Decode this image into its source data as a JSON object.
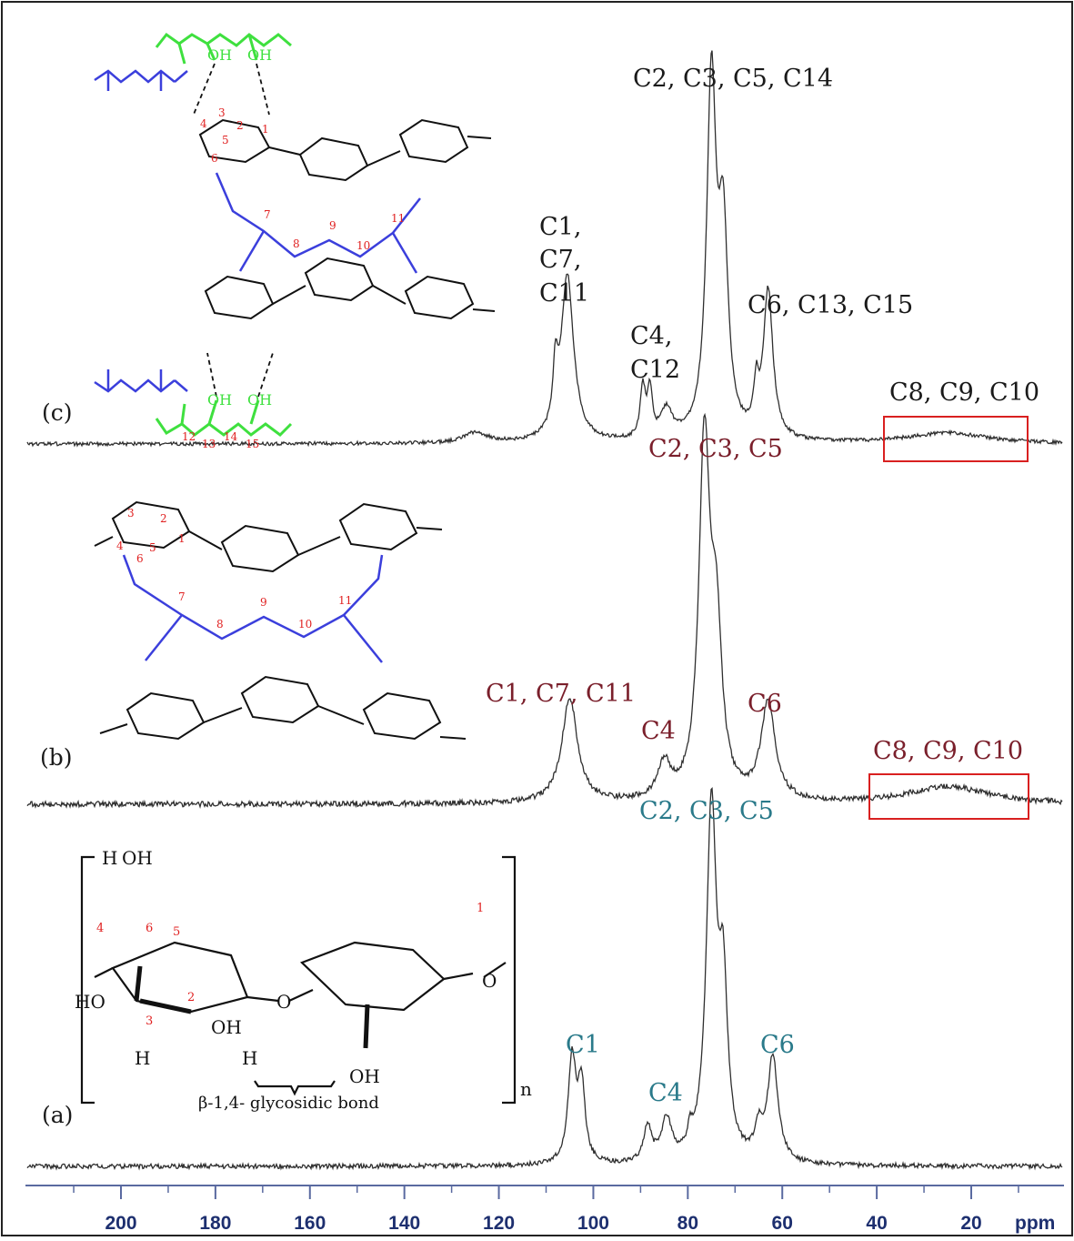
{
  "chart_data": {
    "type": "line",
    "xlabel": "ppm",
    "x_reversed": true,
    "xlim": [
      220,
      0
    ],
    "ticks": [
      {
        "value": 200,
        "label": "200"
      },
      {
        "value": 180,
        "label": "180"
      },
      {
        "value": 160,
        "label": "160"
      },
      {
        "value": 140,
        "label": "140"
      },
      {
        "value": 120,
        "label": "120"
      },
      {
        "value": 100,
        "label": "100"
      },
      {
        "value": 80,
        "label": "80"
      },
      {
        "value": 60,
        "label": "60"
      },
      {
        "value": 40,
        "label": "40"
      },
      {
        "value": 20,
        "label": "20"
      }
    ],
    "spectra": [
      {
        "label": "(c)",
        "color": "#2f2f2f",
        "label_color": "#1a1a1a",
        "peaks": [
          {
            "ppm": 105.5,
            "height": 0.47,
            "width": 1.6
          },
          {
            "ppm": 108.0,
            "height": 0.16,
            "width": 0.6
          },
          {
            "ppm": 89.5,
            "height": 0.14,
            "width": 0.7
          },
          {
            "ppm": 88.0,
            "height": 0.13,
            "width": 0.6
          },
          {
            "ppm": 84.5,
            "height": 0.08,
            "width": 1.5
          },
          {
            "ppm": 75.0,
            "height": 1.0,
            "width": 1.2
          },
          {
            "ppm": 72.5,
            "height": 0.55,
            "width": 1.2
          },
          {
            "ppm": 63.0,
            "height": 0.42,
            "width": 1.2
          },
          {
            "ppm": 65.5,
            "height": 0.12,
            "width": 0.6
          },
          {
            "ppm": 125.0,
            "height": 0.03,
            "width": 3.0
          },
          {
            "ppm": 25.0,
            "height": 0.03,
            "width": 10.0
          }
        ],
        "annotations": [
          {
            "lines": [
              "C2, C3, C5, C14"
            ]
          },
          {
            "lines": [
              "C1,",
              "C7,",
              "C11"
            ]
          },
          {
            "lines": [
              "C4,",
              "C12"
            ]
          },
          {
            "lines": [
              "C6, C13, C15"
            ]
          },
          {
            "lines": [
              "C8, C9, C10"
            ],
            "boxed": true
          }
        ]
      },
      {
        "label": "(b)",
        "color": "#2f2f2f",
        "label_color": "#1a1a1a",
        "peaks": [
          {
            "ppm": 105.0,
            "height": 0.3,
            "width": 2.0
          },
          {
            "ppm": 85.0,
            "height": 0.1,
            "width": 1.6
          },
          {
            "ppm": 76.5,
            "height": 1.0,
            "width": 1.4
          },
          {
            "ppm": 74.0,
            "height": 0.45,
            "width": 1.4
          },
          {
            "ppm": 63.0,
            "height": 0.28,
            "width": 1.8
          },
          {
            "ppm": 25.0,
            "height": 0.05,
            "width": 10.0
          }
        ],
        "annotations": [
          {
            "lines": [
              "C2, C3, C5"
            ]
          },
          {
            "lines": [
              "C1, C7, C11"
            ]
          },
          {
            "lines": [
              "C4"
            ]
          },
          {
            "lines": [
              "C6"
            ]
          },
          {
            "lines": [
              "C8, C9, C10"
            ],
            "boxed": true
          }
        ]
      },
      {
        "label": "(a)",
        "color": "#2f2f2f",
        "label_color": "#1a1a1a",
        "peaks": [
          {
            "ppm": 104.5,
            "height": 0.3,
            "width": 1.0
          },
          {
            "ppm": 102.5,
            "height": 0.22,
            "width": 0.9
          },
          {
            "ppm": 88.5,
            "height": 0.1,
            "width": 1.0
          },
          {
            "ppm": 84.5,
            "height": 0.12,
            "width": 1.3
          },
          {
            "ppm": 79.5,
            "height": 0.05,
            "width": 0.6
          },
          {
            "ppm": 75.0,
            "height": 1.0,
            "width": 1.3
          },
          {
            "ppm": 72.5,
            "height": 0.45,
            "width": 1.1
          },
          {
            "ppm": 62.0,
            "height": 0.3,
            "width": 1.3
          },
          {
            "ppm": 65.0,
            "height": 0.08,
            "width": 1.0
          }
        ],
        "annotations": [
          {
            "lines": [
              "C2, C3, C5"
            ]
          },
          {
            "lines": [
              "C1"
            ]
          },
          {
            "lines": [
              "C4"
            ]
          },
          {
            "lines": [
              "C6"
            ]
          }
        ]
      }
    ],
    "structure_labels": {
      "c": {
        "hydroxyls": [
          "OH",
          "OH",
          "OH",
          "OH"
        ],
        "atom_numbers": [
          "1",
          "2",
          "3",
          "4",
          "5",
          "6",
          "7",
          "8",
          "9",
          "10",
          "11",
          "12",
          "13",
          "14",
          "15"
        ]
      },
      "b": {
        "atom_numbers": [
          "1",
          "2",
          "3",
          "4",
          "5",
          "6",
          "7",
          "8",
          "9",
          "10",
          "11"
        ]
      },
      "a": {
        "atoms": [
          "H",
          "OH",
          "HO",
          "H",
          "O",
          "OH",
          "H",
          "O",
          "OH"
        ],
        "atom_numbers": [
          "1",
          "2",
          "3",
          "4",
          "5",
          "6"
        ],
        "repeat_subscript": "n",
        "bond_caption": "β-1,4- glycosidic bond"
      }
    },
    "colors": {
      "crosslinker": "#3b3fdc",
      "pva": "#3fe03f",
      "spectrum_c_labels": "#1a1a1a",
      "spectrum_b_labels": "#7a1f2b",
      "spectrum_a_labels": "#2a7a8a",
      "highlight_box": "#d92020",
      "axis": "#5a6aa0",
      "atom_number": "#e02020"
    }
  }
}
